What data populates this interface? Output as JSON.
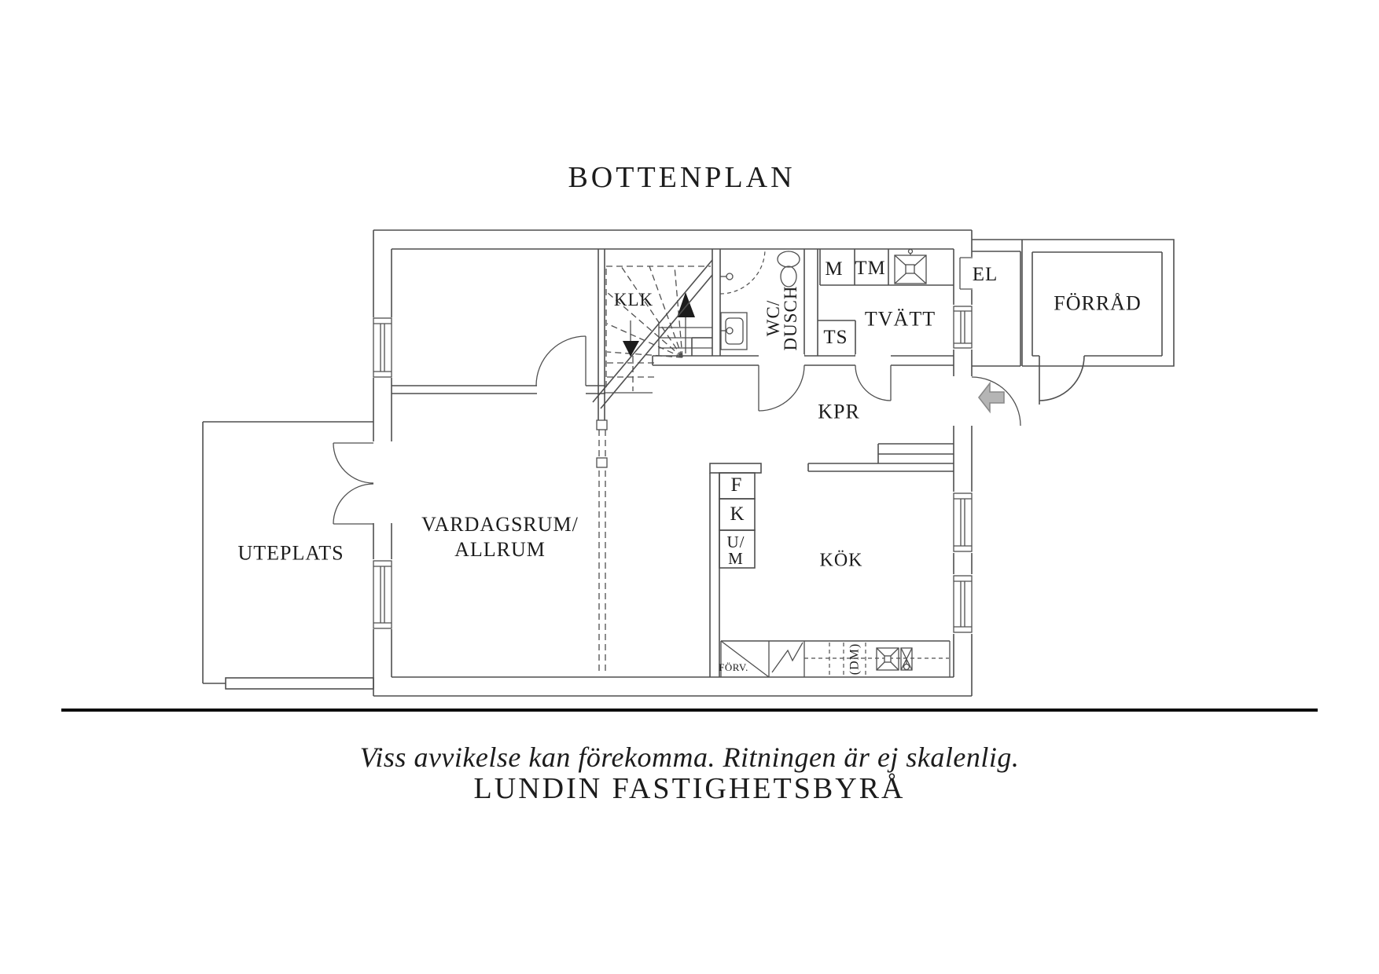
{
  "title": "BOTTENPLAN",
  "rooms": {
    "klk": "KLK",
    "wc_dusch_line1": "WC/",
    "wc_dusch_line2": "DUSCH",
    "m": "M",
    "tm": "TM",
    "ts": "TS",
    "tvatt": "TVÄTT",
    "el": "EL",
    "forrad": "FÖRRÅD",
    "kpr": "KPR",
    "uteplats": "UTEPLATS",
    "vardagsrum_line1": "VARDAGSRUM/",
    "vardagsrum_line2": "ALLRUM",
    "kok": "KÖK",
    "f": "F",
    "k": "K",
    "um_line1": "U/",
    "um_line2": "M",
    "forv": "FÖRV.",
    "dm": "(DM)"
  },
  "footer": {
    "disclaimer": "Viss avvikelse kan förekomma. Ritningen är ej skalenlig.",
    "agency": "LUNDIN FASTIGHETSBYRÅ"
  },
  "colors": {
    "wall_color": "#4f4f4f",
    "text_color": "#1c1c1c",
    "arrow_fill": "#b5b5b5",
    "arrow_stroke": "#8a8a8a",
    "divider_color": "#0c0c0c"
  }
}
